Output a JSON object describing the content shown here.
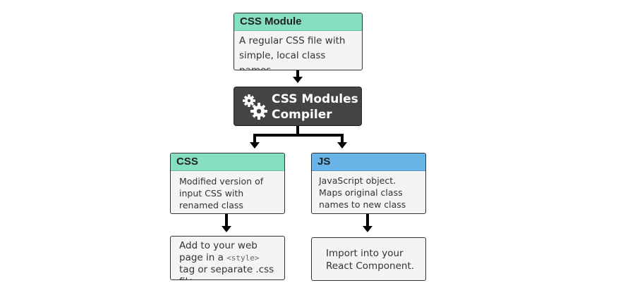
{
  "nodes": {
    "css_module": {
      "title": "CSS Module",
      "text": "A regular CSS file with simple, local class names."
    },
    "compiler": {
      "line1": "CSS Modules",
      "line2": "Compiler",
      "icon": "gears-icon"
    },
    "css_output": {
      "title": "CSS",
      "text": "Modified version of input CSS with renamed class names."
    },
    "js_output": {
      "title": "JS",
      "text": "JavaScript object. Maps original class names to new class names."
    },
    "css_usage": {
      "text_before": "Add to your web page in a",
      "code": "<style>",
      "text_after": "tag or separate .css file."
    },
    "js_usage": {
      "text": "Import into your React Component."
    }
  },
  "colors": {
    "green_header": "#86dfbf",
    "blue_header": "#6ab4e8",
    "compiler_bg": "#444444",
    "box_bg": "#f4f4f4"
  }
}
